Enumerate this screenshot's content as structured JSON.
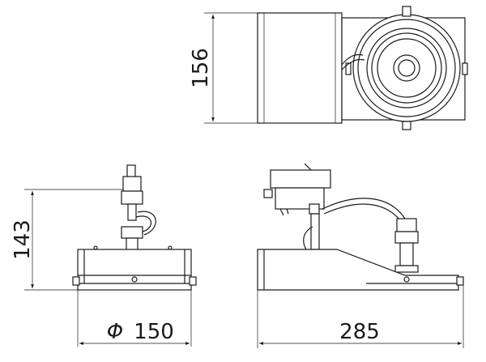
{
  "dimensions": {
    "top_height": "156",
    "front_height": "143",
    "diameter_symbol": "Φ",
    "diameter_value": "150",
    "length": "285"
  }
}
